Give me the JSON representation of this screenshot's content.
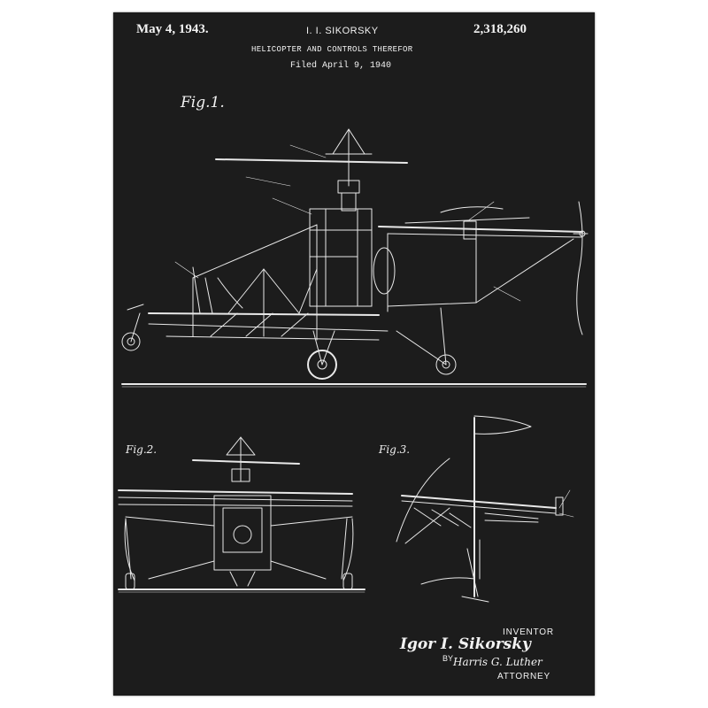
{
  "header": {
    "date": "May 4, 1943.",
    "inventor_short": "I. I. SIKORSKY",
    "patent_number": "2,318,260",
    "title": "HELICOPTER AND CONTROLS THEREFOR",
    "filed": "Filed April 9, 1940"
  },
  "figures": {
    "fig1_label": "Fig.1.",
    "fig2_label": "Fig.2.",
    "fig3_label": "Fig.3."
  },
  "footer": {
    "inventor_label": "INVENTOR",
    "inventor_signature": "Igor I. Sikorsky",
    "by_label": "BY",
    "attorney_signature": "Harris G. Luther",
    "attorney_label": "ATTORNEY"
  },
  "colors": {
    "sheet": "#1c1c1c",
    "ink": "#e8e8e8",
    "background": "#ffffff"
  }
}
